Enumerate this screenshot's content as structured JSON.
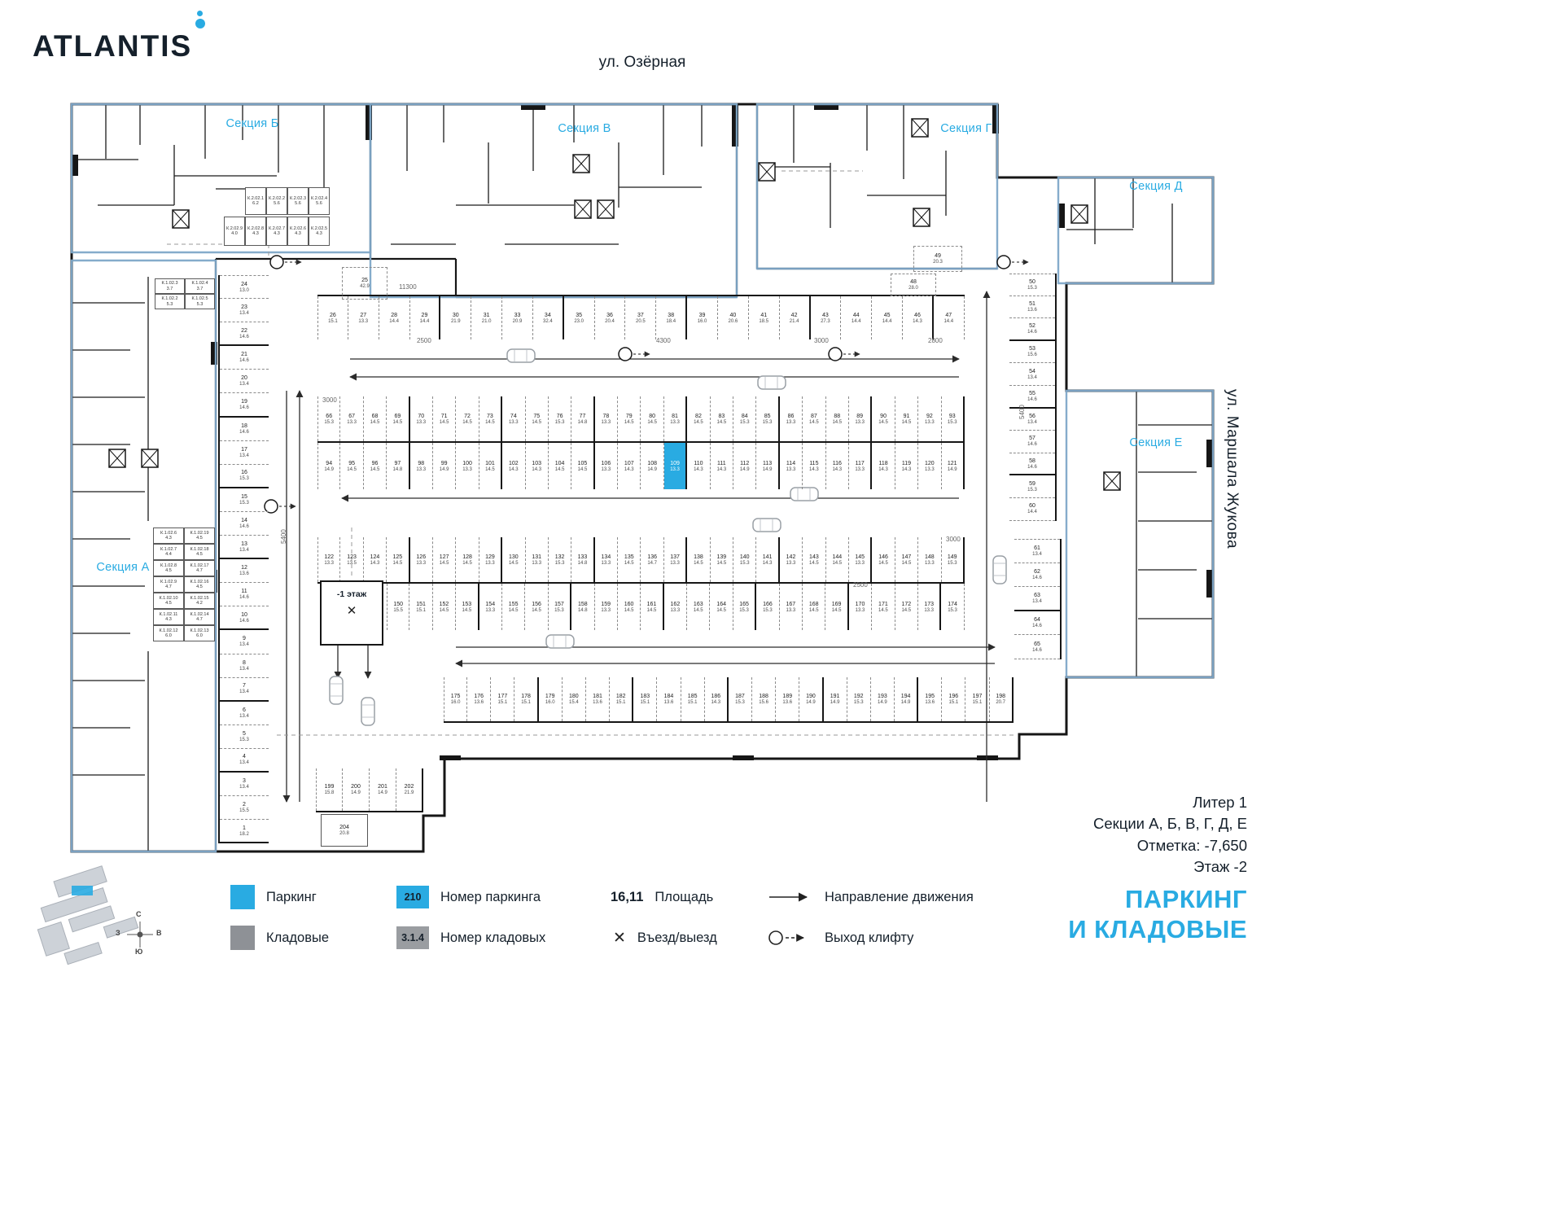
{
  "colors": {
    "accent": "#29abe2",
    "boundary": "#7fa8c9",
    "storage": "#8e9196",
    "wall": "#1a1a1a"
  },
  "header": {
    "logo": "ATLANTIS",
    "street_top": "ул. Озёрная",
    "street_right": "ул. Маршала Жукова"
  },
  "sections": {
    "a": "Секция А",
    "b": "Секция Б",
    "v": "Секция В",
    "g": "Секция Г",
    "d": "Секция Д",
    "e": "Секция Е"
  },
  "plan": {
    "entry_label": "-1 этаж",
    "entry_symbol": "✕",
    "dims": [
      "11300",
      "2500",
      "4300",
      "3000",
      "2800",
      "3000",
      "5400",
      "2500",
      "3000",
      "5400"
    ]
  },
  "parking": {
    "row_top": [
      {
        "n": "26",
        "a": "15.1"
      },
      {
        "n": "27",
        "a": "13.3"
      },
      {
        "n": "28",
        "a": "14.4"
      },
      {
        "n": "29",
        "a": "14.4"
      },
      {
        "n": "30",
        "a": "21.9"
      },
      {
        "n": "31",
        "a": "21.0"
      },
      {
        "n": "33",
        "a": "20.9"
      },
      {
        "n": "34",
        "a": "32.4"
      },
      {
        "n": "35",
        "a": "23.0"
      },
      {
        "n": "36",
        "a": "20.4"
      },
      {
        "n": "37",
        "a": "20.5"
      },
      {
        "n": "38",
        "a": "18.4"
      },
      {
        "n": "39",
        "a": "16.0"
      },
      {
        "n": "40",
        "a": "20.6"
      },
      {
        "n": "41",
        "a": "18.5"
      },
      {
        "n": "42",
        "a": "21.4"
      },
      {
        "n": "43",
        "a": "27.3"
      },
      {
        "n": "44",
        "a": "14.4"
      },
      {
        "n": "45",
        "a": "14.4"
      },
      {
        "n": "46",
        "a": "14.3"
      },
      {
        "n": "47",
        "a": "14.4"
      }
    ],
    "row_a": [
      {
        "n": "66",
        "a": "15.3"
      },
      {
        "n": "67",
        "a": "13.3"
      },
      {
        "n": "68",
        "a": "14.5"
      },
      {
        "n": "69",
        "a": "14.5"
      },
      {
        "n": "70",
        "a": "13.3"
      },
      {
        "n": "71",
        "a": "14.5"
      },
      {
        "n": "72",
        "a": "14.5"
      },
      {
        "n": "73",
        "a": "14.5"
      },
      {
        "n": "74",
        "a": "13.3"
      },
      {
        "n": "75",
        "a": "14.5"
      },
      {
        "n": "76",
        "a": "15.3"
      },
      {
        "n": "77",
        "a": "14.8"
      },
      {
        "n": "78",
        "a": "13.3"
      },
      {
        "n": "79",
        "a": "14.5"
      },
      {
        "n": "80",
        "a": "14.5"
      },
      {
        "n": "81",
        "a": "13.3"
      },
      {
        "n": "82",
        "a": "14.5"
      },
      {
        "n": "83",
        "a": "14.5"
      },
      {
        "n": "84",
        "a": "15.3"
      },
      {
        "n": "85",
        "a": "15.3"
      },
      {
        "n": "86",
        "a": "13.3"
      },
      {
        "n": "87",
        "a": "14.5"
      },
      {
        "n": "88",
        "a": "14.5"
      },
      {
        "n": "89",
        "a": "13.3"
      },
      {
        "n": "90",
        "a": "14.5"
      },
      {
        "n": "91",
        "a": "14.5"
      },
      {
        "n": "92",
        "a": "13.3"
      },
      {
        "n": "93",
        "a": "15.3"
      }
    ],
    "row_b": [
      {
        "n": "94",
        "a": "14.9"
      },
      {
        "n": "95",
        "a": "14.5"
      },
      {
        "n": "96",
        "a": "14.5"
      },
      {
        "n": "97",
        "a": "14.8"
      },
      {
        "n": "98",
        "a": "13.3"
      },
      {
        "n": "99",
        "a": "14.9"
      },
      {
        "n": "100",
        "a": "13.3"
      },
      {
        "n": "101",
        "a": "14.5"
      },
      {
        "n": "102",
        "a": "14.3"
      },
      {
        "n": "103",
        "a": "14.3"
      },
      {
        "n": "104",
        "a": "14.5"
      },
      {
        "n": "105",
        "a": "14.5"
      },
      {
        "n": "106",
        "a": "13.3"
      },
      {
        "n": "107",
        "a": "14.3"
      },
      {
        "n": "108",
        "a": "14.9"
      },
      {
        "n": "109",
        "a": "13.3",
        "hl": true
      },
      {
        "n": "110",
        "a": "14.3"
      },
      {
        "n": "111",
        "a": "14.3"
      },
      {
        "n": "112",
        "a": "14.9"
      },
      {
        "n": "113",
        "a": "14.9"
      },
      {
        "n": "114",
        "a": "13.3"
      },
      {
        "n": "115",
        "a": "14.3"
      },
      {
        "n": "116",
        "a": "14.3"
      },
      {
        "n": "117",
        "a": "13.3"
      },
      {
        "n": "118",
        "a": "14.3"
      },
      {
        "n": "119",
        "a": "14.3"
      },
      {
        "n": "120",
        "a": "13.3"
      },
      {
        "n": "121",
        "a": "14.9"
      }
    ],
    "row_c": [
      {
        "n": "122",
        "a": "13.3"
      },
      {
        "n": "123",
        "a": "13.5"
      },
      {
        "n": "124",
        "a": "14.3"
      },
      {
        "n": "125",
        "a": "14.5"
      },
      {
        "n": "126",
        "a": "13.3"
      },
      {
        "n": "127",
        "a": "14.5"
      },
      {
        "n": "128",
        "a": "14.5"
      },
      {
        "n": "129",
        "a": "13.3"
      },
      {
        "n": "130",
        "a": "14.5"
      },
      {
        "n": "131",
        "a": "13.3"
      },
      {
        "n": "132",
        "a": "15.3"
      },
      {
        "n": "133",
        "a": "14.8"
      },
      {
        "n": "134",
        "a": "13.3"
      },
      {
        "n": "135",
        "a": "14.5"
      },
      {
        "n": "136",
        "a": "14.7"
      },
      {
        "n": "137",
        "a": "13.3"
      },
      {
        "n": "138",
        "a": "14.5"
      },
      {
        "n": "139",
        "a": "14.5"
      },
      {
        "n": "140",
        "a": "15.3"
      },
      {
        "n": "141",
        "a": "14.3"
      },
      {
        "n": "142",
        "a": "13.3"
      },
      {
        "n": "143",
        "a": "14.5"
      },
      {
        "n": "144",
        "a": "14.5"
      },
      {
        "n": "145",
        "a": "13.3"
      },
      {
        "n": "146",
        "a": "14.5"
      },
      {
        "n": "147",
        "a": "14.5"
      },
      {
        "n": "148",
        "a": "13.3"
      },
      {
        "n": "149",
        "a": "15.3"
      }
    ],
    "row_d": [
      {
        "n": "150",
        "a": "15.5"
      },
      {
        "n": "151",
        "a": "15.1"
      },
      {
        "n": "152",
        "a": "14.5"
      },
      {
        "n": "153",
        "a": "14.5"
      },
      {
        "n": "154",
        "a": "13.3"
      },
      {
        "n": "155",
        "a": "14.5"
      },
      {
        "n": "156",
        "a": "14.5"
      },
      {
        "n": "157",
        "a": "15.3"
      },
      {
        "n": "158",
        "a": "14.8"
      },
      {
        "n": "159",
        "a": "13.3"
      },
      {
        "n": "160",
        "a": "14.5"
      },
      {
        "n": "161",
        "a": "14.5"
      },
      {
        "n": "162",
        "a": "13.3"
      },
      {
        "n": "163",
        "a": "14.5"
      },
      {
        "n": "164",
        "a": "14.5"
      },
      {
        "n": "165",
        "a": "15.3"
      },
      {
        "n": "166",
        "a": "15.3"
      },
      {
        "n": "167",
        "a": "13.3"
      },
      {
        "n": "168",
        "a": "14.5"
      },
      {
        "n": "169",
        "a": "14.5"
      },
      {
        "n": "170",
        "a": "13.3"
      },
      {
        "n": "171",
        "a": "14.5"
      },
      {
        "n": "172",
        "a": "14.5"
      },
      {
        "n": "173",
        "a": "13.3"
      },
      {
        "n": "174",
        "a": "15.3"
      }
    ],
    "row_e": [
      {
        "n": "175",
        "a": "16.0"
      },
      {
        "n": "176",
        "a": "13.6"
      },
      {
        "n": "177",
        "a": "15.1"
      },
      {
        "n": "178",
        "a": "15.1"
      },
      {
        "n": "179",
        "a": "16.0"
      },
      {
        "n": "180",
        "a": "15.4"
      },
      {
        "n": "181",
        "a": "13.6"
      },
      {
        "n": "182",
        "a": "15.1"
      },
      {
        "n": "183",
        "a": "15.1"
      },
      {
        "n": "184",
        "a": "13.6"
      },
      {
        "n": "185",
        "a": "15.1"
      },
      {
        "n": "186",
        "a": "14.3"
      },
      {
        "n": "187",
        "a": "15.3"
      },
      {
        "n": "188",
        "a": "15.6"
      },
      {
        "n": "189",
        "a": "13.6"
      },
      {
        "n": "190",
        "a": "14.9"
      },
      {
        "n": "191",
        "a": "14.9"
      },
      {
        "n": "192",
        "a": "15.3"
      },
      {
        "n": "193",
        "a": "14.9"
      },
      {
        "n": "194",
        "a": "14.9"
      },
      {
        "n": "195",
        "a": "13.6"
      },
      {
        "n": "196",
        "a": "15.1"
      },
      {
        "n": "197",
        "a": "15.1"
      },
      {
        "n": "198",
        "a": "20.7"
      }
    ],
    "col_left": [
      {
        "n": "24",
        "a": "13.0"
      },
      {
        "n": "23",
        "a": "13.4"
      },
      {
        "n": "22",
        "a": "14.6"
      },
      {
        "n": "21",
        "a": "14.6"
      },
      {
        "n": "20",
        "a": "13.4"
      },
      {
        "n": "19",
        "a": "14.6"
      },
      {
        "n": "18",
        "a": "14.6"
      },
      {
        "n": "17",
        "a": "13.4"
      },
      {
        "n": "16",
        "a": "15.3"
      },
      {
        "n": "15",
        "a": "15.3"
      },
      {
        "n": "14",
        "a": "14.6"
      },
      {
        "n": "13",
        "a": "13.4"
      },
      {
        "n": "12",
        "a": "13.6"
      },
      {
        "n": "11",
        "a": "14.6"
      },
      {
        "n": "10",
        "a": "14.6"
      },
      {
        "n": "9",
        "a": "13.4"
      },
      {
        "n": "8",
        "a": "13.4"
      },
      {
        "n": "7",
        "a": "13.4"
      },
      {
        "n": "6",
        "a": "13.4"
      },
      {
        "n": "5",
        "a": "15.3"
      },
      {
        "n": "4",
        "a": "13.4"
      },
      {
        "n": "3",
        "a": "13.4"
      },
      {
        "n": "2",
        "a": "15.5"
      },
      {
        "n": "1",
        "a": "18.2"
      }
    ],
    "col_right": [
      {
        "n": "50",
        "a": "15.3"
      },
      {
        "n": "51",
        "a": "13.6"
      },
      {
        "n": "52",
        "a": "14.6"
      },
      {
        "n": "53",
        "a": "15.6"
      },
      {
        "n": "54",
        "a": "13.4"
      },
      {
        "n": "55",
        "a": "14.6"
      },
      {
        "n": "56",
        "a": "13.4"
      },
      {
        "n": "57",
        "a": "14.6"
      },
      {
        "n": "58",
        "a": "14.6"
      },
      {
        "n": "59",
        "a": "15.3"
      },
      {
        "n": "60",
        "a": "14.4"
      }
    ],
    "col_right2": [
      {
        "n": "61",
        "a": "13.4"
      },
      {
        "n": "62",
        "a": "14.6"
      },
      {
        "n": "63",
        "a": "13.4"
      },
      {
        "n": "64",
        "a": "14.6"
      },
      {
        "n": "65",
        "a": "14.6"
      }
    ],
    "row_bottom": [
      {
        "n": "199",
        "a": "15.8"
      },
      {
        "n": "200",
        "a": "14.9"
      },
      {
        "n": "201",
        "a": "14.9"
      },
      {
        "n": "202",
        "a": "21.9"
      }
    ],
    "singles": [
      {
        "n": "25",
        "a": "42.9"
      },
      {
        "n": "49",
        "a": "20.3"
      },
      {
        "n": "48",
        "a": "28.0"
      },
      {
        "n": "204",
        "a": "20.8"
      }
    ]
  },
  "storage": {
    "top_row1": [
      {
        "n": "К.2.02.1",
        "a": "6.2"
      },
      {
        "n": "К.2.02.2",
        "a": "5.6"
      },
      {
        "n": "К.2.02.3",
        "a": "5.6"
      },
      {
        "n": "К.2.02.4",
        "a": "5.6"
      }
    ],
    "top_row2": [
      {
        "n": "К.2.02.9",
        "a": "4.0"
      },
      {
        "n": "К.2.02.8",
        "a": "4.3"
      },
      {
        "n": "К.2.02.7",
        "a": "4.3"
      },
      {
        "n": "К.2.02.6",
        "a": "4.3"
      },
      {
        "n": "К.2.02.5",
        "a": "4.3"
      }
    ],
    "left_upper": [
      {
        "n": "К.1.02.3",
        "a": "3.7"
      },
      {
        "n": "К.1.02.4",
        "a": "3.7"
      },
      {
        "n": "К.1.02.2",
        "a": "5.3"
      },
      {
        "n": "К.1.02.5",
        "a": "5.3"
      }
    ],
    "left_mid": [
      {
        "n": "К.1.02.6",
        "a": "4.3"
      },
      {
        "n": "К.1.02.19",
        "a": "4.5"
      },
      {
        "n": "К.1.02.7",
        "a": "4.4"
      },
      {
        "n": "К.1.02.18",
        "a": "4.5"
      },
      {
        "n": "К.1.02.8",
        "a": "4.5"
      },
      {
        "n": "К.1.02.17",
        "a": "4.7"
      },
      {
        "n": "К.1.02.9",
        "a": "4.7"
      },
      {
        "n": "К.1.02.16",
        "a": "4.5"
      },
      {
        "n": "К.1.02.10",
        "a": "4.5"
      },
      {
        "n": "К.1.02.15",
        "a": "4.2"
      },
      {
        "n": "К.1.02.11",
        "a": "4.3"
      },
      {
        "n": "К.1.02.14",
        "a": "4.7"
      },
      {
        "n": "К.1.02.12",
        "a": "6.0"
      },
      {
        "n": "К.1.02.13",
        "a": "6.0"
      }
    ]
  },
  "legend": {
    "parking_label": "Паркинг",
    "storage_label": "Кладовые",
    "parking_num_sample": "210",
    "parking_num_label": "Номер паркинга",
    "storage_num_sample": "3.1.4",
    "storage_num_label": "Номер кладовых",
    "area_sample": "16,11",
    "area_label": "Площадь",
    "entry_symbol": "✕",
    "entry_label": "Въезд/выезд",
    "direction_label": "Направление движения",
    "exit_label": "Выход клифту"
  },
  "info": {
    "line1": "Литер 1",
    "line2": "Секции А, Б, В, Г, Д, Е",
    "line3": "Отметка:  -7,650",
    "line4": "Этаж  -2"
  },
  "title": {
    "line1": "ПАРКИНГ",
    "line2": "И КЛАДОВЫЕ"
  },
  "compass": {
    "n": "С",
    "e": "В",
    "s": "Ю",
    "w": "З"
  }
}
